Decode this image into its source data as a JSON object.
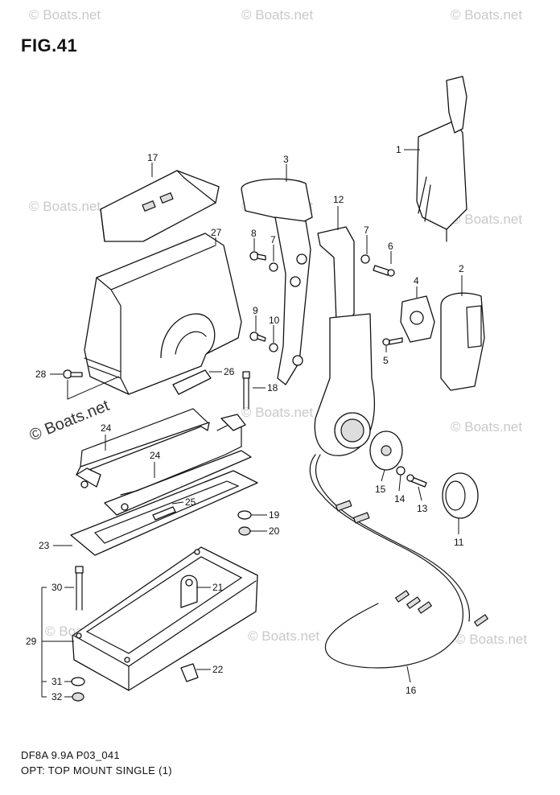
{
  "figure": {
    "title": "FIG.41",
    "footer_code": "DF8A 9.9A P03_041",
    "footer_desc": "OPT: TOP MOUNT SINGLE (1)"
  },
  "watermark": {
    "text": "© Boats.net"
  },
  "callouts": [
    "1",
    "2",
    "3",
    "4",
    "5",
    "6",
    "7",
    "7",
    "8",
    "9",
    "10",
    "11",
    "12",
    "13",
    "14",
    "15",
    "16",
    "17",
    "18",
    "19",
    "20",
    "21",
    "22",
    "23",
    "24",
    "24",
    "25",
    "26",
    "27",
    "28",
    "29",
    "30",
    "31",
    "32"
  ]
}
